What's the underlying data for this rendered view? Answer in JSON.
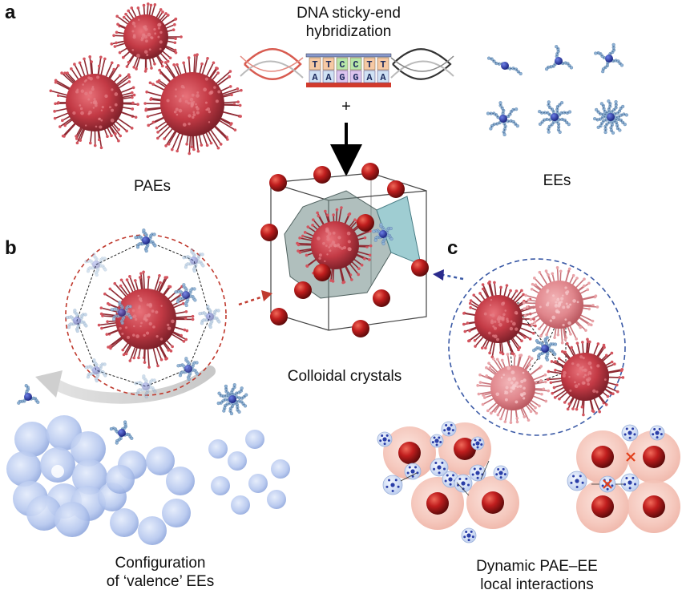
{
  "panels": {
    "a": "a",
    "b": "b",
    "c": "c"
  },
  "labels": {
    "dna_line1": "DNA sticky-end",
    "dna_line2": "hybridization",
    "plus": "+",
    "paes": "PAEs",
    "ees": "EEs",
    "colloidal": "Colloidal crystals",
    "config_line1": "Configuration",
    "config_line2": "of ‘valence’ EEs",
    "dynamic_line1": "Dynamic PAE–EE",
    "dynamic_line2": "local interactions"
  },
  "dna": {
    "top_strand": [
      "T",
      "T",
      "C",
      "C",
      "T",
      "T"
    ],
    "bottom_strand": [
      "A",
      "A",
      "G",
      "G",
      "A",
      "A"
    ],
    "base_colors": {
      "T": "#f6c9a4",
      "C": "#b8e6a8",
      "A": "#cfe1f4",
      "G": "#dcc4ee"
    }
  },
  "colors": {
    "pae": "#c8424a",
    "pae_dark": "#7a1f28",
    "ee_core": "#2a3ea8",
    "ee_arm": "#8fb3d6",
    "sphere": "#b01a1a",
    "halo": "#f4c6bd",
    "dashed_red": "#c03a2e",
    "dashed_blue": "#3b5aa6",
    "cluster": "#a9bde8"
  }
}
